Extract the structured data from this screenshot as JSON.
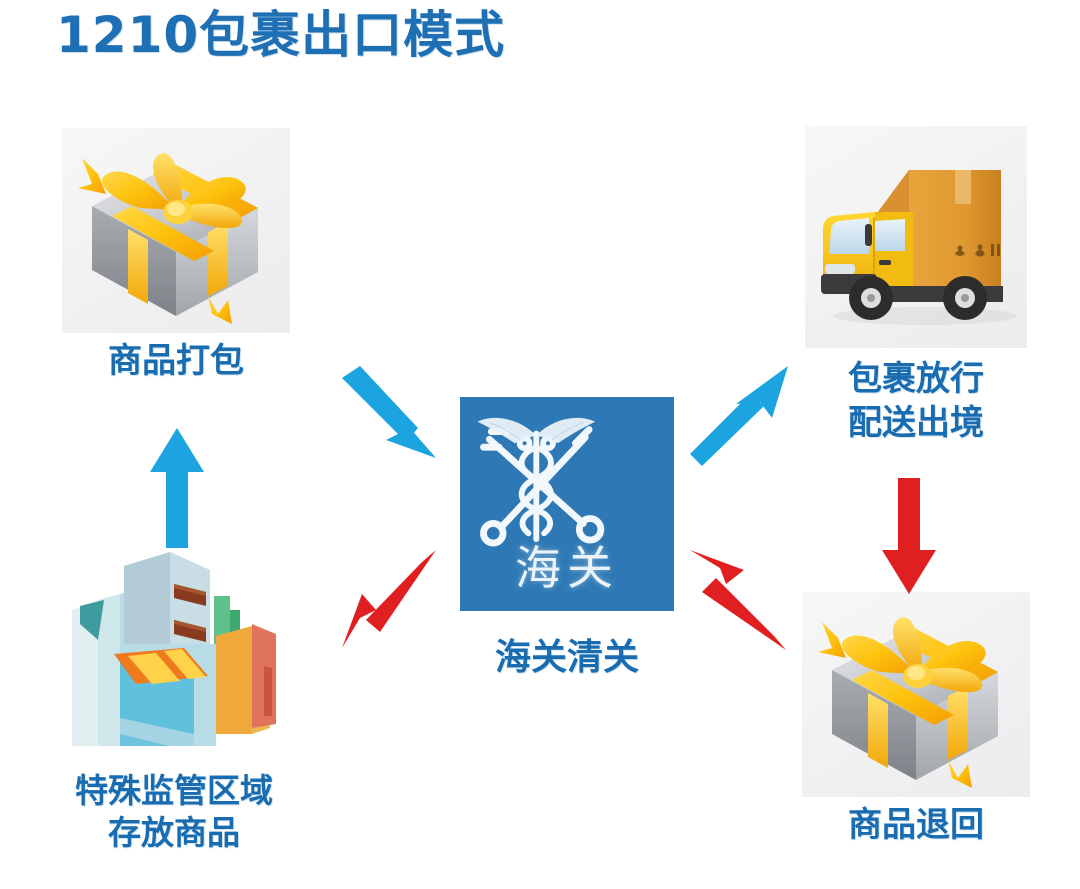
{
  "page": {
    "title": "1210包裹出口模式",
    "background": "#ffffff"
  },
  "colors": {
    "title_blue": "#1f6fb5",
    "label_blue": "#1a6cb0",
    "customs_blue": "#2e79b5",
    "arrow_cyan": "#1ca4e0",
    "arrow_red": "#e02020",
    "gift_gray": "#b9bcc0",
    "gift_ribbon": "#ffc20e",
    "truck_cab": "#f5c518",
    "truck_box": "#e89a2c",
    "building_teal": "#a9d5e0"
  },
  "center": {
    "name": "customs-clearance",
    "emblem_text": "海关",
    "emblem_icon": "customs-key-caduceus-emblem",
    "caption": "海关清关"
  },
  "nodes": [
    {
      "id": "goods-packing",
      "icon": "gift-box-icon",
      "label": "商品打包",
      "label_lines": [
        "商品打包"
      ],
      "position": "top-left"
    },
    {
      "id": "parcel-release",
      "icon": "delivery-truck-icon",
      "label": "包裹放行 配送出境",
      "label_lines": [
        "包裹放行",
        "配送出境"
      ],
      "position": "top-right"
    },
    {
      "id": "special-supervision-zone",
      "icon": "warehouse-building-icon",
      "label": "特殊监管区域 存放商品",
      "label_lines": [
        "特殊监管区域",
        "存放商品"
      ],
      "position": "bottom-left"
    },
    {
      "id": "goods-return",
      "icon": "gift-box-icon",
      "label": "商品退回",
      "label_lines": [
        "商品退回"
      ],
      "position": "bottom-right"
    }
  ],
  "arrows": [
    {
      "id": "arrow-packing-to-customs",
      "color": "#1ca4e0",
      "direction": "down-right",
      "from": "goods-packing",
      "to": "customs-clearance"
    },
    {
      "id": "arrow-customs-to-release",
      "color": "#1ca4e0",
      "direction": "up-right",
      "from": "customs-clearance",
      "to": "parcel-release"
    },
    {
      "id": "arrow-customs-to-zone",
      "color": "#e02020",
      "direction": "down-left",
      "from": "customs-clearance",
      "to": "special-supervision-zone"
    },
    {
      "id": "arrow-return-to-customs",
      "color": "#e02020",
      "direction": "up-left",
      "from": "goods-return",
      "to": "customs-clearance"
    },
    {
      "id": "arrow-zone-to-packing",
      "color": "#1ca4e0",
      "direction": "up",
      "from": "special-supervision-zone",
      "to": "goods-packing"
    },
    {
      "id": "arrow-release-to-return",
      "color": "#e02020",
      "direction": "down",
      "from": "parcel-release",
      "to": "goods-return"
    }
  ]
}
